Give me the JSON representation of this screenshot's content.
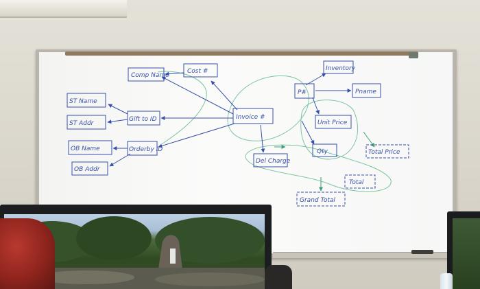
{
  "scene": {
    "subject": "whiteboard-photo",
    "ink_color": "#3650a8",
    "accent_ink_color": "#3aa07a"
  },
  "diagram": {
    "entities": {
      "comp_name": "Comp Name",
      "cost": "Cost #",
      "st_name": "ST Name",
      "st_addr": "ST Addr",
      "gift_to_id": "Gift to ID",
      "ob_name": "OB Name",
      "ob_addr": "OB Addr",
      "orderby_id": "Orderby ID",
      "invoice": "Invoice #",
      "del_charge": "Del Charge",
      "p_number": "P#",
      "inventory": "Inventory",
      "pname": "Pname",
      "unit_price": "Unit Price",
      "qty": "Qty",
      "total_price": "Total Price",
      "total": "Total",
      "grand_total": "Grand Total"
    }
  }
}
